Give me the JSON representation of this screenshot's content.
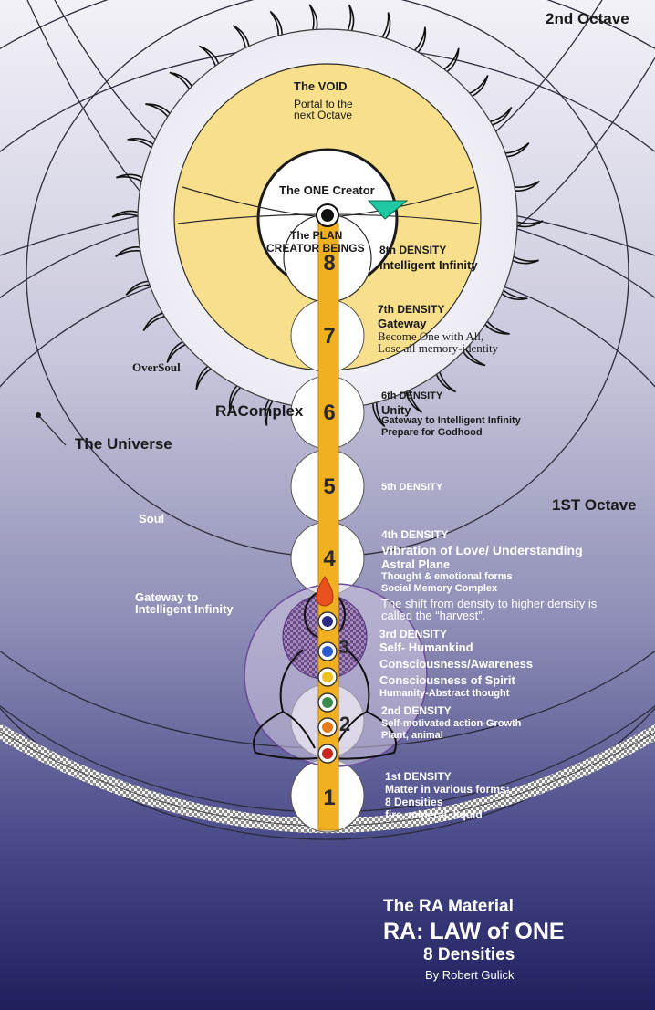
{
  "labels": {
    "octave2": "2nd Octave",
    "octave1": "1ST Octave",
    "universe": "The Universe",
    "oversoul": "OverSoul",
    "soul": "Soul",
    "racomplex": "RAComplex",
    "gateway_title": "Gateway to",
    "gateway_sub": "Intelligent Infinity",
    "void_title": "The VOID",
    "void_sub1": "Portal to the",
    "void_sub2": "next Octave",
    "one_creator": "The ONE Creator",
    "plan": "The PLAN",
    "creator_beings": "CREATOR BEINGS"
  },
  "densities": [
    {
      "num": "8",
      "lines": [
        "8th DENSITY",
        "Intelligent Infinity"
      ]
    },
    {
      "num": "7",
      "lines": [
        "7th DENSITY",
        "Gateway",
        "Become One with All,",
        "Lose all memory-identity"
      ]
    },
    {
      "num": "6",
      "lines": [
        "6th DENSITY",
        "Unity",
        "Gateway to Intelligent Infinity",
        "Prepare for Godhood"
      ]
    },
    {
      "num": "5",
      "lines": [
        "5th DENSITY"
      ]
    },
    {
      "num": "4",
      "lines": [
        "4th DENSITY",
        "Vibration of Love/ Understanding",
        "Astral Plane",
        "Thought & emotional forms",
        "Social Memory Complex",
        "The shift from density to higher density is",
        "called the “harvest”."
      ]
    },
    {
      "num": "3",
      "lines": [
        "3rd DENSITY",
        "Self- Humankind",
        "Consciousness/Awareness",
        "Consciousness of Spirit",
        "Humanity-Abstract thought"
      ]
    },
    {
      "num": "2",
      "lines": [
        "2nd DENSITY",
        "Self-motivated action-Growth",
        "Plant, animal"
      ]
    },
    {
      "num": "1",
      "lines": [
        "1st DENSITY",
        "Matter in various forms:",
        "8 Densities",
        "fire, mineral, liquid"
      ]
    }
  ],
  "footer": {
    "line1": "The RA Material",
    "line2": "RA: LAW of ONE",
    "line3": "8 Densities",
    "line4": "By Robert Gulick"
  },
  "colors": {
    "void_yellow": "#f8df8c",
    "column_yellow": "#f0b020",
    "background_navy": "#2a2c6a",
    "chakra_red": "#c8281e",
    "chakra_orange": "#e87a1e",
    "chakra_yellow": "#f0c020",
    "chakra_green": "#3a8a4a",
    "chakra_blue": "#2a5ad0",
    "chakra_indigo": "#2a2a8a",
    "chakra_violet": "#8a4aa8",
    "triangle_teal": "#1ec8a0"
  }
}
